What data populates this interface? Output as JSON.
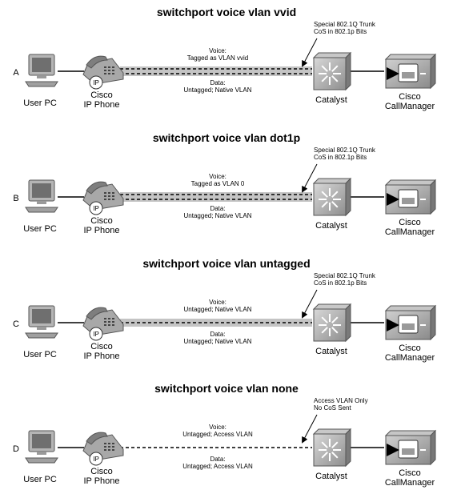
{
  "scenarios": [
    {
      "row_label": "A",
      "title": "switchport voice vlan vvid",
      "voice_line1": "Voice:",
      "voice_line2": "Tagged as VLAN vvid",
      "data_line1": "Data:",
      "data_line2": "Untagged; Native VLAN",
      "note_line1": "Special 802.1Q Trunk",
      "note_line2": "CoS in 802.1p Bits",
      "voice_style": "tagged"
    },
    {
      "row_label": "B",
      "title": "switchport voice vlan dot1p",
      "voice_line1": "Voice:",
      "voice_line2": "Tagged as VLAN 0",
      "data_line1": "Data:",
      "data_line2": "Untagged; Native VLAN",
      "note_line1": "Special 802.1Q Trunk",
      "note_line2": "CoS in 802.1p Bits",
      "voice_style": "tagged"
    },
    {
      "row_label": "C",
      "title": "switchport voice vlan untagged",
      "voice_line1": "Voice:",
      "voice_line2": "Untagged; Native VLAN",
      "data_line1": "Data:",
      "data_line2": "Untagged; Native VLAN",
      "note_line1": "Special 802.1Q Trunk",
      "note_line2": "CoS in 802.1p Bits",
      "voice_style": "untagged"
    },
    {
      "row_label": "D",
      "title": "switchport voice vlan none",
      "voice_line1": "Voice:",
      "voice_line2": "Untagged; Access VLAN",
      "data_line1": "Data:",
      "data_line2": "Untagged; Access VLAN",
      "note_line1": "Access VLAN Only",
      "note_line2": "No CoS Sent",
      "voice_style": "none"
    }
  ],
  "devices": {
    "pc_label": "User PC",
    "phone_line1": "Cisco",
    "phone_line2": "IP Phone",
    "phone_badge": "IP",
    "switch_label": "Catalyst",
    "cm_line1": "Cisco",
    "cm_line2": "CallManager"
  },
  "colors": {
    "trunk_band": "#c4c4c4",
    "device_gray": "#9a9a9a",
    "device_dark": "#555555"
  }
}
